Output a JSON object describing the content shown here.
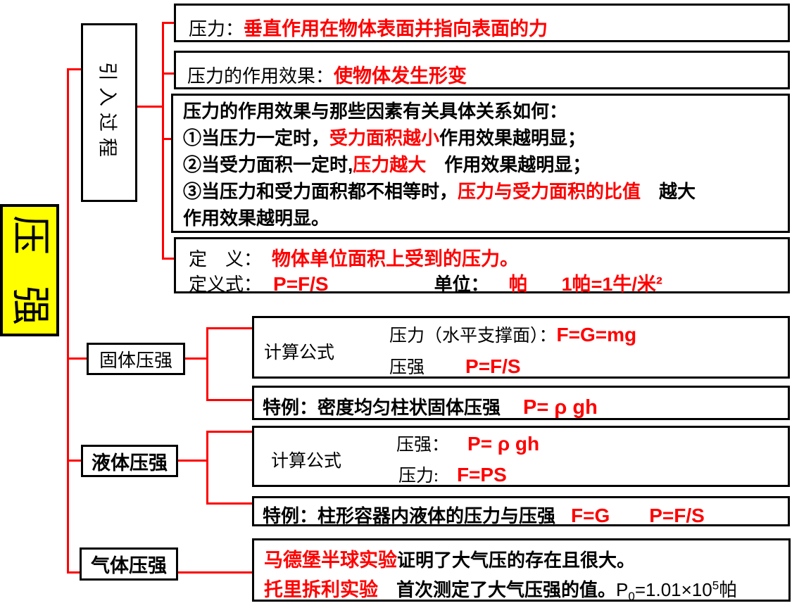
{
  "colors": {
    "red": "#ff0000",
    "yellow": "#ffff00",
    "black": "#000000",
    "white": "#ffffff"
  },
  "title": {
    "char1": "压",
    "char2": "强"
  },
  "intro": {
    "label": "引入过程",
    "box1": {
      "label": "压力：",
      "value": "垂直作用在物体表面并指向表面的力"
    },
    "box2": {
      "label": "压力的作用效果：",
      "value": "使物体发生形变"
    },
    "box3": {
      "line1": "压力的作用效果与那些因素有关具体关系如何：",
      "line2a": "①当压力一定时，",
      "line2b": "受力面积越小",
      "line2c": "作用效果越明显；",
      "line3a": "②当受力面积一定时,",
      "line3b": "压力越大",
      "line3c": "　作用效果越明显；",
      "line4a": "③当压力和受力面积都不相等时，",
      "line4b": "压力与受力面积的比值",
      "line4c": "　越大",
      "line5": "作用效果越明显。"
    },
    "box4": {
      "def_label": "定　义：",
      "def_value": "物体单位面积上受到的压力。",
      "formula_label": "定义式：",
      "formula_value": "P=F/S",
      "unit_label": "单位：",
      "unit_value": "帕",
      "unit_eq": "1帕=1牛/米²"
    }
  },
  "solid": {
    "label": "固体压强",
    "calc_label": "计算公式",
    "item1_label": "压力（水平支撑面）：",
    "item1_value": "F=G=mg",
    "item2_label": "压强",
    "item2_value": "P=F/S",
    "special_label": "特例：密度均匀柱状固体压强",
    "special_value": "P= ρ gh"
  },
  "liquid": {
    "label": "液体压强",
    "calc_label": "计算公式",
    "item1_label": "压强：",
    "item1_value": "P= ρ gh",
    "item2_label": "压力:",
    "item2_value": "F=PS",
    "special_label": "特例：柱形容器内液体的压力与压强",
    "special_value1": "F=G",
    "special_value2": "P=F/S"
  },
  "gas": {
    "label": "气体压强",
    "line1_red": "马德堡半球实验",
    "line1_black": "证明了大气压的存在且很大。",
    "line2_red": "托里拆利实验",
    "line2_black": "　首次测定了大气压强的值。",
    "formula_p": "P",
    "formula_sub": "0",
    "formula_mid": "=1.01×10",
    "formula_sup": "5",
    "formula_unit": "帕"
  }
}
